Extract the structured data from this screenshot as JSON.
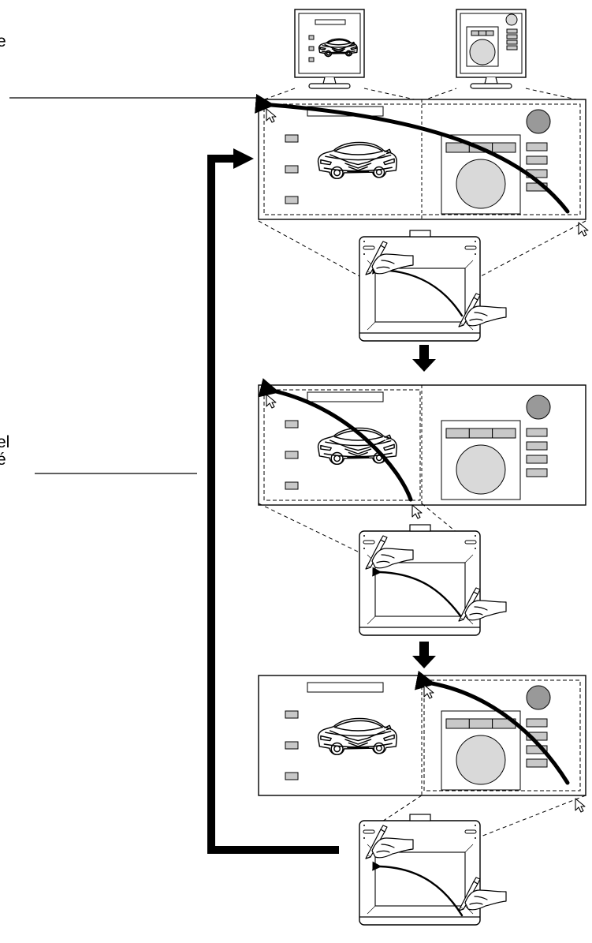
{
  "labels": {
    "top": "e",
    "middle_line1": "el",
    "middle_line2": "é"
  },
  "icons": {
    "monitor": "monitor-icon",
    "tablet": "pen-tablet-icon",
    "pen": "stylus-pen-icon",
    "hand": "hand-icon",
    "cursor": "mouse-cursor-icon",
    "car": "car-drawing-icon",
    "palette": "circle-palette-icon",
    "arrow_down": "arrow-down-icon",
    "return_arrow": "return-arrow-icon"
  },
  "colors": {
    "ink": "#000000",
    "panel_fill": "#ffffff",
    "widget_grey": "#c8c8c8",
    "circle_grey": "#d9d9d9"
  }
}
